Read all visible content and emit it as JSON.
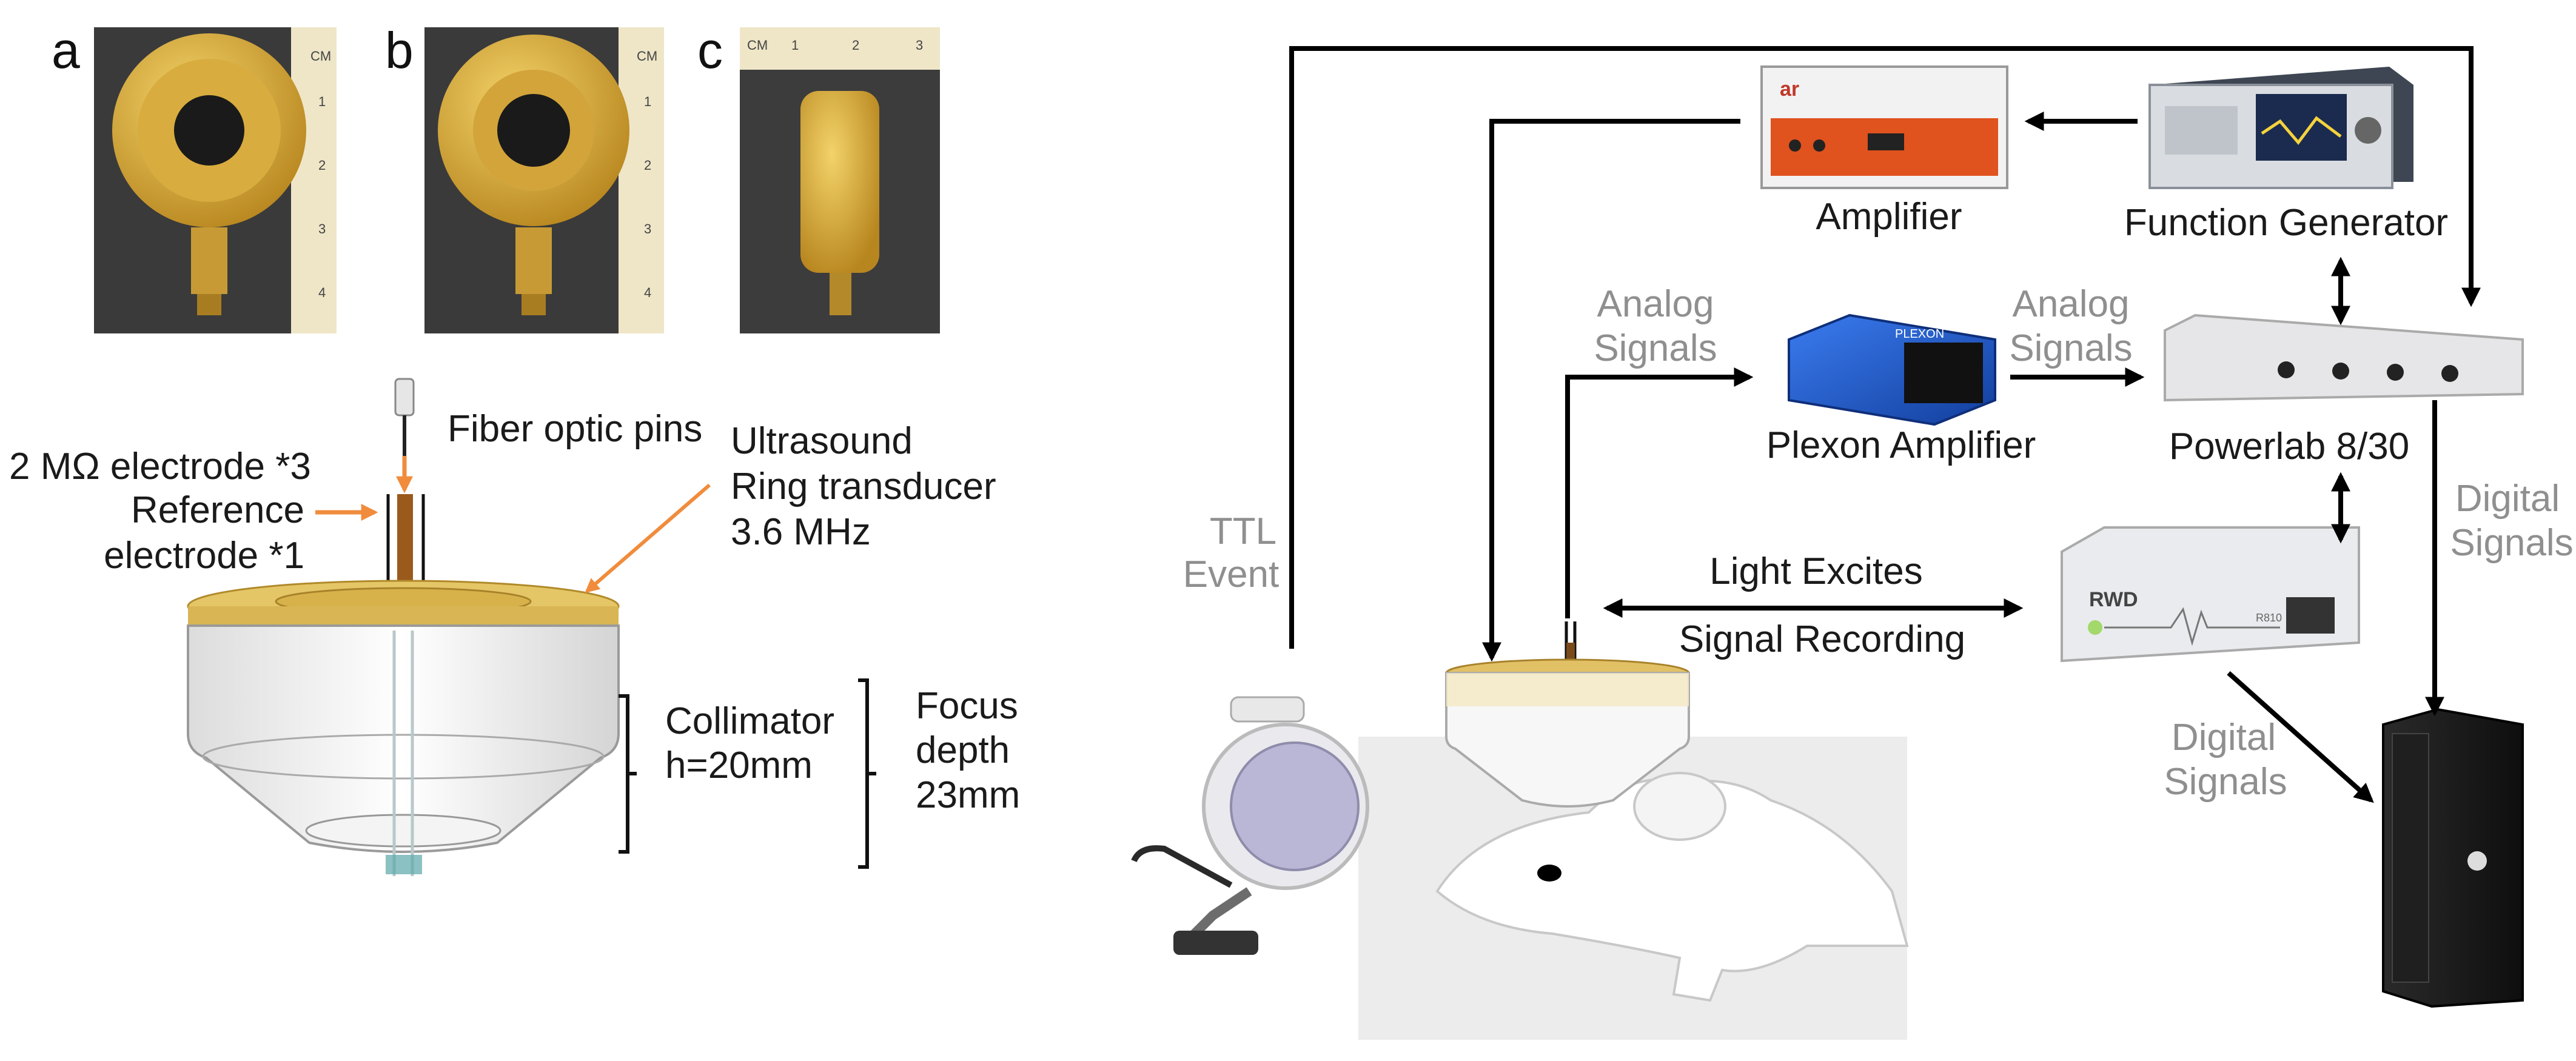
{
  "panels": {
    "a": "a",
    "b": "b",
    "c": "c"
  },
  "ruler": {
    "unit": "CM",
    "ticks": [
      "1",
      "2",
      "3",
      "4"
    ],
    "c_ticks": [
      "1",
      "2",
      "3"
    ]
  },
  "transducer": {
    "fiber": "Fiber optic pins",
    "electrode_line1": "2 MΩ electrode *3",
    "electrode_line2": "Reference",
    "electrode_line3": "electrode *1",
    "ultra_line1": "Ultrasound",
    "ultra_line2": "Ring transducer",
    "ultra_line3": "3.6 MHz",
    "collimator_line1": "Collimator",
    "collimator_line2": "h=20mm",
    "focus_line1": "Focus",
    "focus_line2": "depth",
    "focus_line3": "23mm"
  },
  "setup": {
    "amplifier": "Amplifier",
    "function_generator": "Function Generator",
    "analog_left_1": "Analog",
    "analog_left_2": "Signals",
    "analog_right_1": "Analog",
    "analog_right_2": "Signals",
    "plexon": "Plexon Amplifier",
    "powerlab": "Powerlab 8/30",
    "ttl_1": "TTL",
    "ttl_2": "Event",
    "light": "Light Excites",
    "signal": "Signal Recording",
    "digital_right_1": "Digital",
    "digital_right_2": "Signals",
    "digital_lower_1": "Digital",
    "digital_lower_2": "Signals",
    "rwd_brand": "RWD",
    "rwd_model": "R810",
    "amp_brand": "ar",
    "plexon_brand": "PLEXON"
  },
  "colors": {
    "gold": "#c9a23c",
    "orange_arrow": "#f08c3c",
    "label_gray": "#8f8f8f",
    "device_blue": "#1d5bd6",
    "amp_orange": "#e0521e",
    "arrow_black": "#000000"
  }
}
